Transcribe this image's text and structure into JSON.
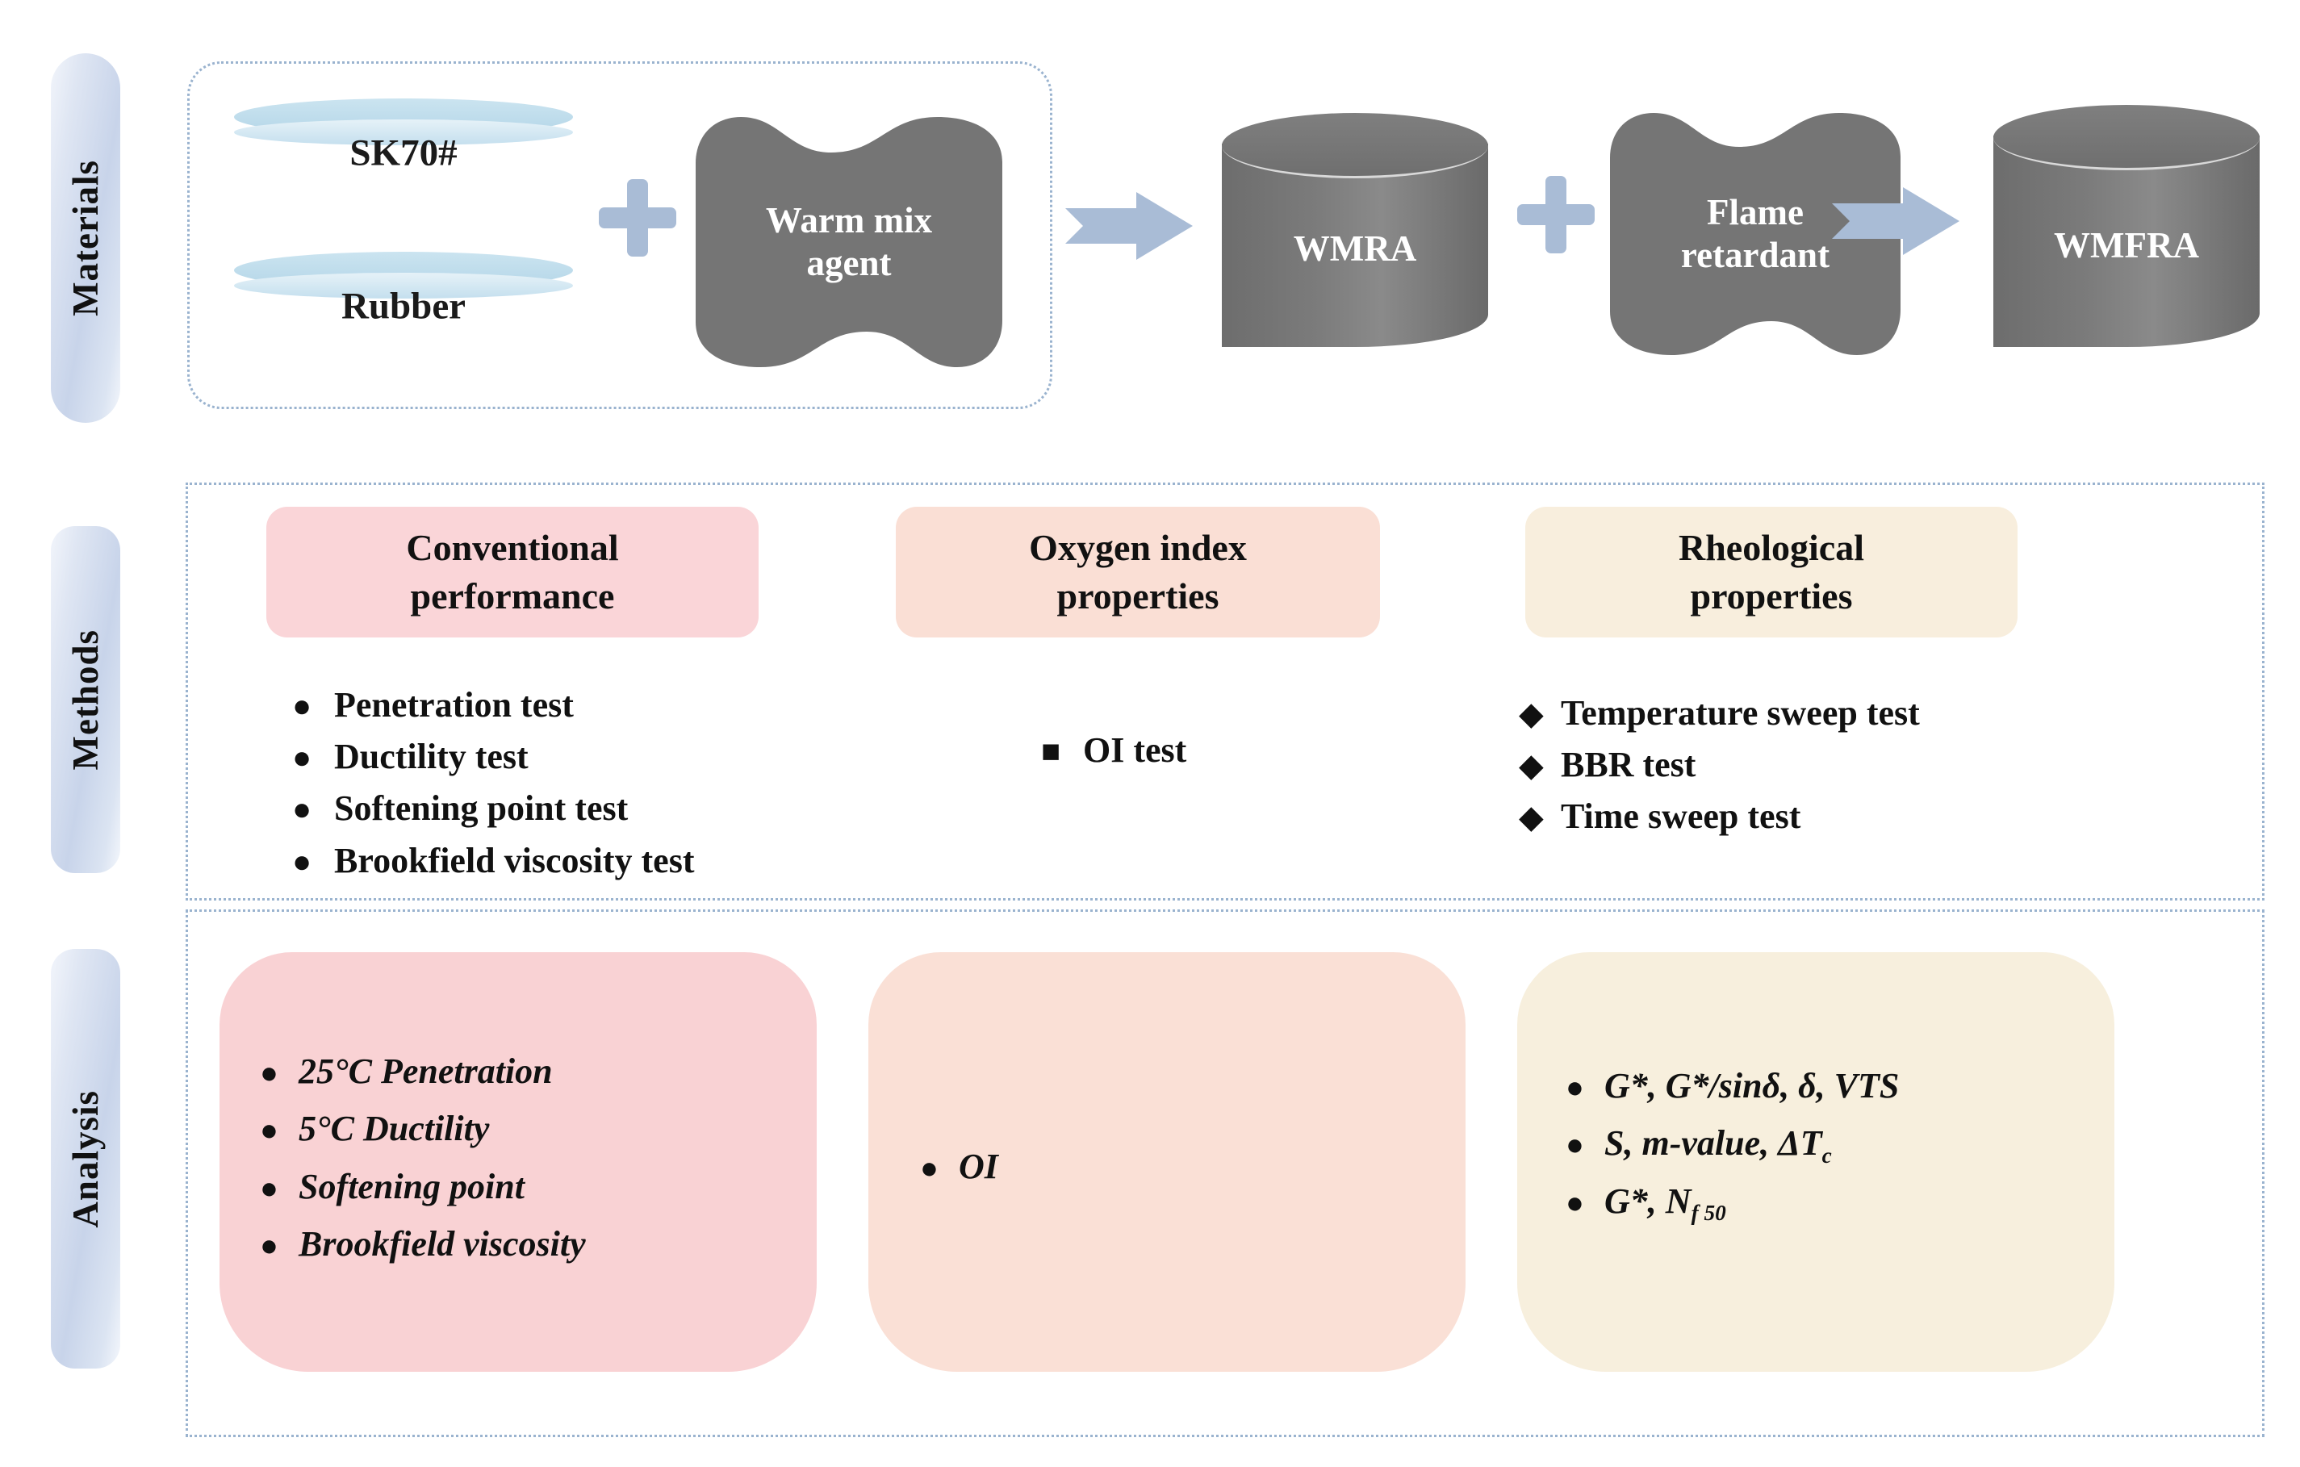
{
  "sidebar": {
    "pills": [
      {
        "label": "Materials",
        "name": "materials"
      },
      {
        "label": "Methods",
        "name": "methods"
      },
      {
        "label": "Analysis",
        "name": "analysis"
      }
    ]
  },
  "materials": {
    "discs": [
      {
        "label": "SK70#"
      },
      {
        "label": "Rubber"
      }
    ],
    "warm_mix_agent": "Warm mix\nagent",
    "warm_mix_agent_line1": "Warm mix",
    "warm_mix_agent_line2": "agent",
    "flame_retardant_line1": "Flame",
    "flame_retardant_line2": "retardant",
    "wmra": "WMRA",
    "wmfra": "WMFRA",
    "plus_symbol": "+",
    "arrow_symbol": "➡"
  },
  "methods": {
    "columns": [
      {
        "header_line1": "Conventional",
        "header_line2": "performance",
        "header_color": "#fad5d8",
        "bullet": "●",
        "items": [
          "Penetration test",
          "Ductility test",
          "Softening point test",
          "Brookfield viscosity test"
        ]
      },
      {
        "header_line1": "Oxygen index",
        "header_line2": "properties",
        "header_color": "#fadfd5",
        "bullet": "■",
        "items": [
          "OI test"
        ]
      },
      {
        "header_line1": "Rheological",
        "header_line2": "properties",
        "header_color": "#f8eedd",
        "bullet": "◆",
        "items": [
          "Temperature sweep test",
          "BBR test",
          "Time sweep test"
        ]
      }
    ]
  },
  "analysis": {
    "cards": [
      {
        "color": "#f9d2d4",
        "bullet": "●",
        "items": [
          "25°C Penetration",
          "5°C Ductility",
          "Softening point",
          "Brookfield viscosity"
        ]
      },
      {
        "color": "#fae0d6",
        "bullet": "●",
        "items": [
          "OI"
        ]
      },
      {
        "color": "#f7efdd",
        "bullet": "●",
        "items": [
          "G*, G*/sinδ, δ, VTS",
          "S, m-value, ΔT<sub>c</sub>",
          "G*, N<sub>f 50</sub>"
        ]
      }
    ]
  },
  "colors": {
    "dotted_border": "#9ab3cf",
    "pill_blue": "#c8d4ea",
    "disc_blue": "#b4d6e8",
    "gray_shape": "#757575",
    "arrow_blue": "#a9bcd6"
  }
}
